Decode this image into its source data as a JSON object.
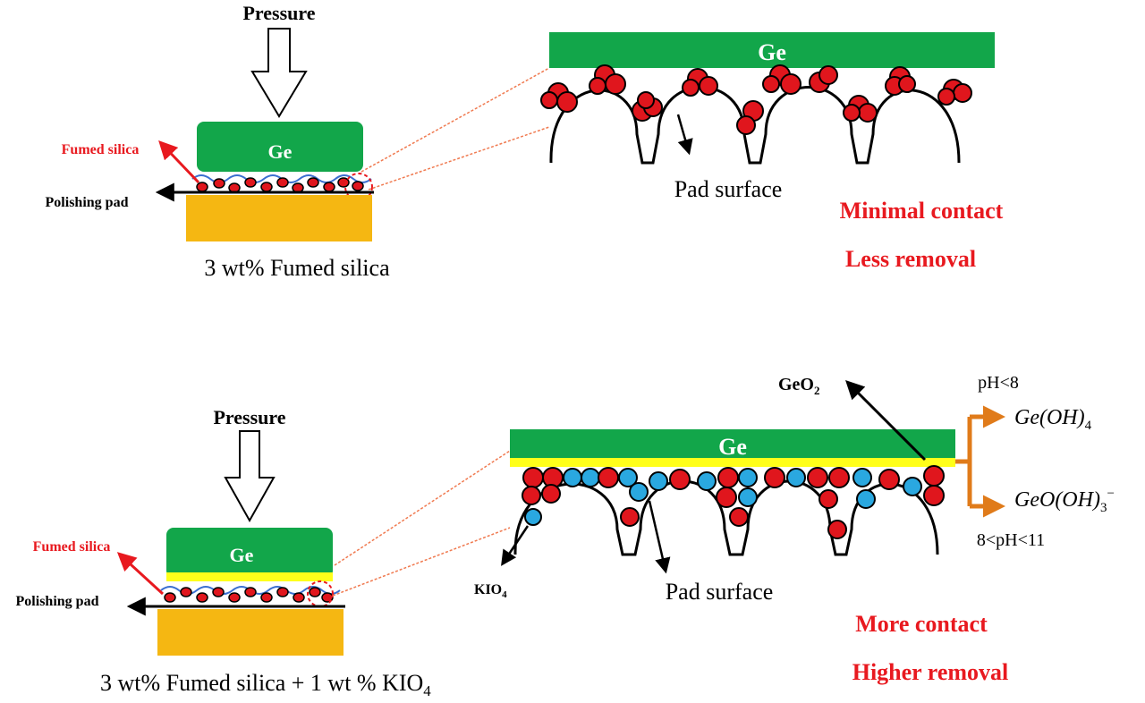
{
  "top": {
    "pressure_label": "Pressure",
    "ge_label": "Ge",
    "fumed_silica_label": "Fumed silica",
    "polishing_pad_label": "Polishing pad",
    "caption": "3 wt% Fumed silica",
    "zoom": {
      "ge_label": "Ge",
      "pad_surface_label": "Pad surface",
      "result_line1": "Minimal contact",
      "result_line2": "Less removal"
    }
  },
  "bottom": {
    "pressure_label": "Pressure",
    "ge_label": "Ge",
    "fumed_silica_label": "Fumed silica",
    "polishing_pad_label": "Polishing pad",
    "caption_main": "3 wt% Fumed silica + 1 wt % KIO",
    "caption_sub": "4",
    "zoom": {
      "ge_label": "Ge",
      "pad_surface_label": "Pad surface",
      "kio4_main": "KIO",
      "kio4_sub": "4",
      "geo2_main": "GeO",
      "geo2_sub": "2",
      "ph_low": "pH<8",
      "ph_high": "8<pH<11",
      "product1_main": "Ge(OH)",
      "product1_sub": "4",
      "product2_main": "GeO(OH)",
      "product2_sub": "3",
      "product2_sup": "−",
      "result_line1": "More contact",
      "result_line2": "Higher removal"
    }
  },
  "colors": {
    "ge_green": "#12a64a",
    "pad_yellow": "#f5b712",
    "oxide_yellow": "#ffff1a",
    "silica_red": "#e0161d",
    "kio4_blue": "#2aa8e0",
    "label_red": "#e8191f",
    "arrow_orange": "#e07b1a",
    "guide_line": "#f07a50"
  }
}
